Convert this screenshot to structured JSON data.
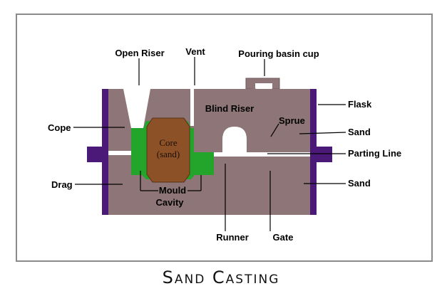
{
  "diagram": {
    "title": "Sand Casting",
    "core_label_line1": "Core",
    "core_label_line2": "(sand)",
    "labels": {
      "open_riser": "Open Riser",
      "vent": "Vent",
      "pouring_basin_cup": "Pouring basin cup",
      "blind_riser": "Blind Riser",
      "flask": "Flask",
      "cope": "Cope",
      "sprue": "Sprue",
      "sand_upper": "Sand",
      "parting_line": "Parting Line",
      "drag": "Drag",
      "sand_lower": "Sand",
      "mould": "Mould",
      "cavity": "Cavity",
      "runner": "Runner",
      "gate": "Gate"
    },
    "colors": {
      "sand": "#8e7577",
      "flask": "#4b1a78",
      "mould_cavity": "#23a52b",
      "core": "#8c5126",
      "channel": "#ffffff",
      "border": "#8a8a8a"
    }
  }
}
